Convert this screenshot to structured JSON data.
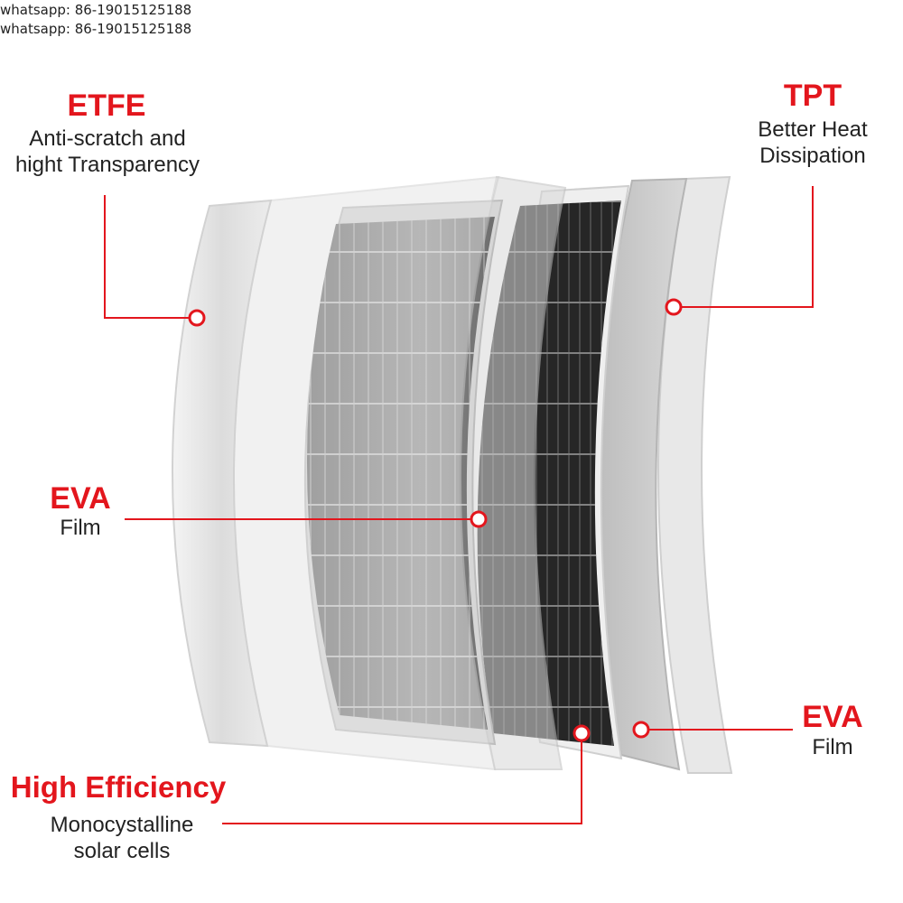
{
  "watermark": [
    "whatsapp: 86-19015125188",
    "whatsapp: 86-19015125188"
  ],
  "labels": {
    "etfe": {
      "title": "ETFE",
      "lines": [
        "Anti-scratch and",
        "hight Transparency"
      ]
    },
    "tpt": {
      "title": "TPT",
      "lines": [
        "Better Heat",
        "Dissipation"
      ]
    },
    "eva_left": {
      "title": "EVA",
      "lines": [
        "Film"
      ]
    },
    "eva_right": {
      "title": "EVA",
      "lines": [
        "Film"
      ]
    },
    "high_eff": {
      "title": "High Efficiency",
      "lines": [
        "Monocystalline",
        "solar cells"
      ]
    }
  },
  "colors": {
    "accent": "#e3161d",
    "text": "#222222",
    "cell": "#2b2b2b",
    "film": "#e6e6e6"
  },
  "layers": [
    "etfe",
    "eva",
    "monocrystalline-cells",
    "eva",
    "tpt"
  ]
}
